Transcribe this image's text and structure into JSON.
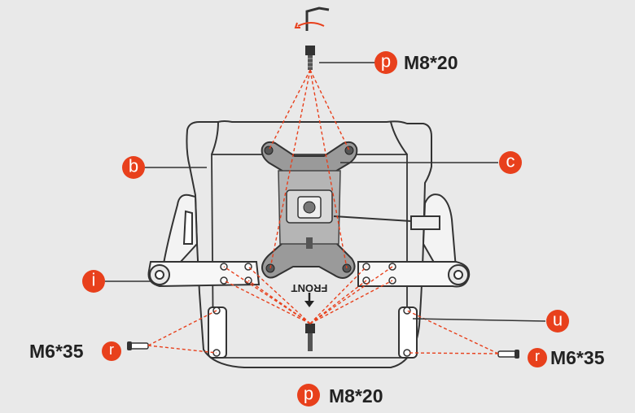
{
  "callouts": {
    "p_top": {
      "letter": "p",
      "text": "M8*20"
    },
    "b": {
      "letter": "b"
    },
    "c": {
      "letter": "c"
    },
    "i": {
      "letter": "i"
    },
    "u": {
      "letter": "u"
    },
    "r_left": {
      "letter": "r",
      "text": "M6*35"
    },
    "r_right": {
      "letter": "r",
      "text": "M6*35"
    },
    "p_bottom": {
      "letter": "p",
      "text": "M8*20"
    }
  },
  "plate_text": "FRONT",
  "colors": {
    "accent": "#e8401c",
    "line": "#333333",
    "dash": "#e8401c",
    "background": "#e9e9e9"
  }
}
